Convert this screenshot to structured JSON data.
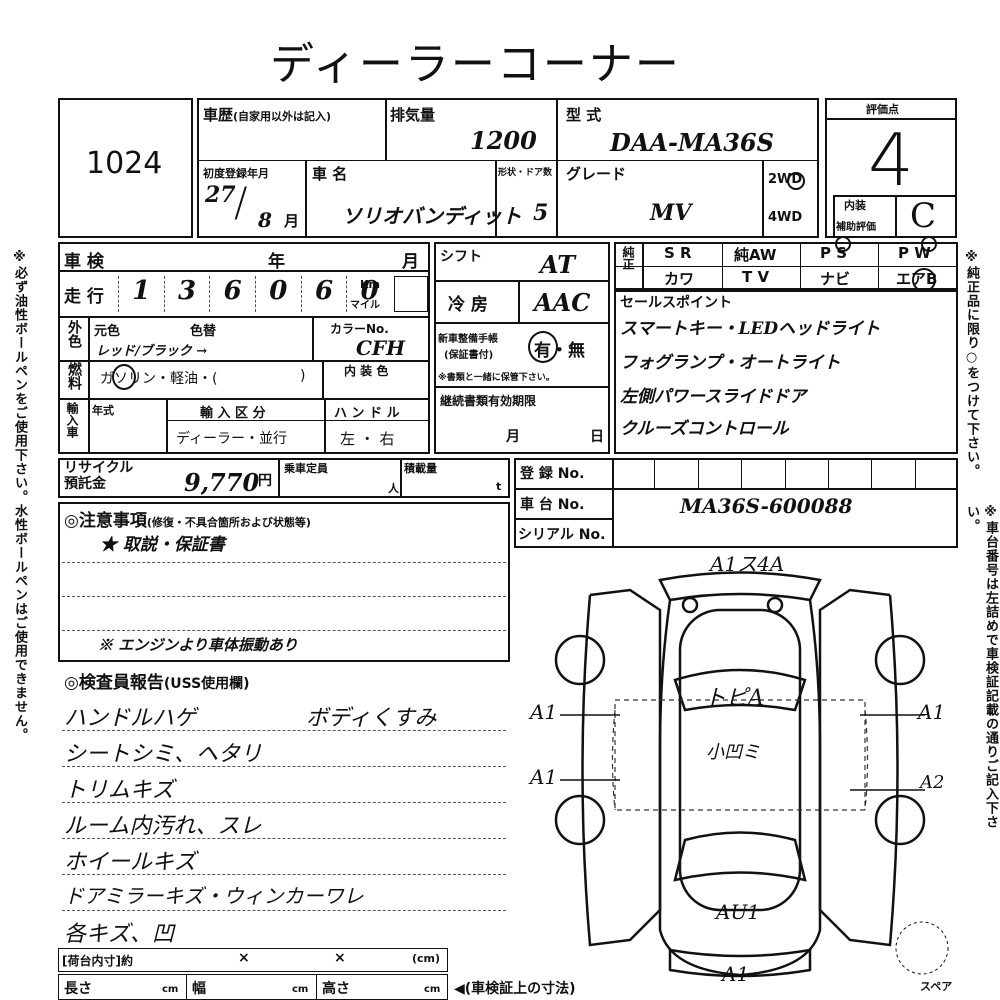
{
  "title": "ディーラーコーナー",
  "lot": "1024",
  "history": {
    "label": "車歴",
    "note": "(自家用以外は記入)"
  },
  "displacement": {
    "label": "排気量",
    "value": "1200"
  },
  "model_type": {
    "label": "型 式",
    "value": "DAA-MA36S"
  },
  "score": {
    "label": "評価点",
    "value": "4"
  },
  "first_reg": {
    "label": "初度登録年月",
    "year": "27",
    "month": "8",
    "month_unit": "月"
  },
  "car_name": {
    "label": "車 名",
    "value": "ソリオバンディット"
  },
  "doors": {
    "label": "形状・ドア数",
    "value": "5"
  },
  "grade": {
    "label": "グレード",
    "value": "MV"
  },
  "drive": {
    "two": "2WD",
    "four": "4WD"
  },
  "interior": {
    "label": "内装",
    "sub": "補助評価",
    "value": "C"
  },
  "inspection": {
    "label": "車 検",
    "year": "年",
    "month": "月"
  },
  "mileage": {
    "label": "走 行",
    "digits": [
      "1",
      "3",
      "6",
      "0",
      "6",
      "0"
    ],
    "unit_km": "Km",
    "unit_mile": "マイル"
  },
  "exterior_color": {
    "label": "外色",
    "orig": "元色",
    "repaint": "色替",
    "value": "レッド/ブラック →"
  },
  "color_no": {
    "label": "カラーNo.",
    "value": "CFH"
  },
  "fuel": {
    "label": "燃料",
    "options": "ガソリン・軽油・(",
    "close": ")"
  },
  "interior_color": {
    "label": "内 装 色"
  },
  "import": {
    "label": "輸入車",
    "year": "年式",
    "div_label": "輸 入 区 分",
    "div_value": "ディーラー・並行",
    "handle_label": "ハ ン ド ル",
    "handle_value": "左 ・ 右"
  },
  "shift": {
    "label": "シフト",
    "value": "AT"
  },
  "ac": {
    "label": "冷 房",
    "value": "AAC"
  },
  "manual": {
    "label": "新車整備手帳",
    "sub": "(保証書付)",
    "value": "有・無",
    "note": "※書類と一緒に保管下さい。"
  },
  "validity": {
    "label": "継続書類有効期限",
    "month": "月",
    "day": "日"
  },
  "equipment": {
    "label": "純正",
    "row1": [
      "S R",
      "純AW",
      "P S",
      "P W"
    ],
    "row2": [
      "カワ",
      "T V",
      "ナビ",
      "エアB"
    ]
  },
  "sales_points": {
    "label": "セールスポイント",
    "items": [
      "スマートキー・LEDヘッドライト",
      "フォグランプ・オートライト",
      "左側パワースライドドア",
      "クルーズコントロール"
    ]
  },
  "recycle": {
    "label": "リサイクル預託金",
    "value": "9,770",
    "unit": "円",
    "capacity": "乗車定員",
    "capacity_unit": "人",
    "load": "積載量",
    "load_unit": "t"
  },
  "reg_no": {
    "label": "登 録 No."
  },
  "chassis": {
    "label": "車 台 No.",
    "value": "MA36S-600088"
  },
  "serial": {
    "label": "シリアル No."
  },
  "notes": {
    "label": "◎注意事項",
    "sub": "(修復・不具合箇所および状態等)",
    "line1": "★ 取説・保証書",
    "line2": "※ エンジンより車体振動あり"
  },
  "report": {
    "label": "◎検査員報告",
    "sub": "(USS使用欄)",
    "lines": [
      "ハンドルハゲ",
      "ボディくすみ",
      "シートシミ、ヘタリ",
      "トリムキズ",
      "ルーム内汚れ、スレ",
      "ホイールキズ",
      "ドアミラーキズ・ウィンカーワレ",
      "各キズ、凹"
    ]
  },
  "cargo": {
    "label": "[荷台内寸]約",
    "x": "×",
    "cm": "(cm)"
  },
  "dims": {
    "length": "長さ",
    "width": "幅",
    "height": "高さ",
    "cm": "cm",
    "note": "◀(車検証上の寸法)"
  },
  "diagram": {
    "front": "A1ス4A",
    "roof": "トピA",
    "center": "小凹ミ",
    "left_front": "A1",
    "left_rear": "A1",
    "right_front": "A1",
    "right_rear": "A2",
    "rear": "AU1",
    "bottom": "A1",
    "spare": "スペア"
  },
  "side_left": "※必ず油性ボールペンをご使用下さい。水性ボールペンはご使用できません。",
  "side_right1": "※純正品に限り○をつけて下さい。",
  "side_right2": "※車台番号は左詰めで車検証記載の通りご記入下さい。"
}
